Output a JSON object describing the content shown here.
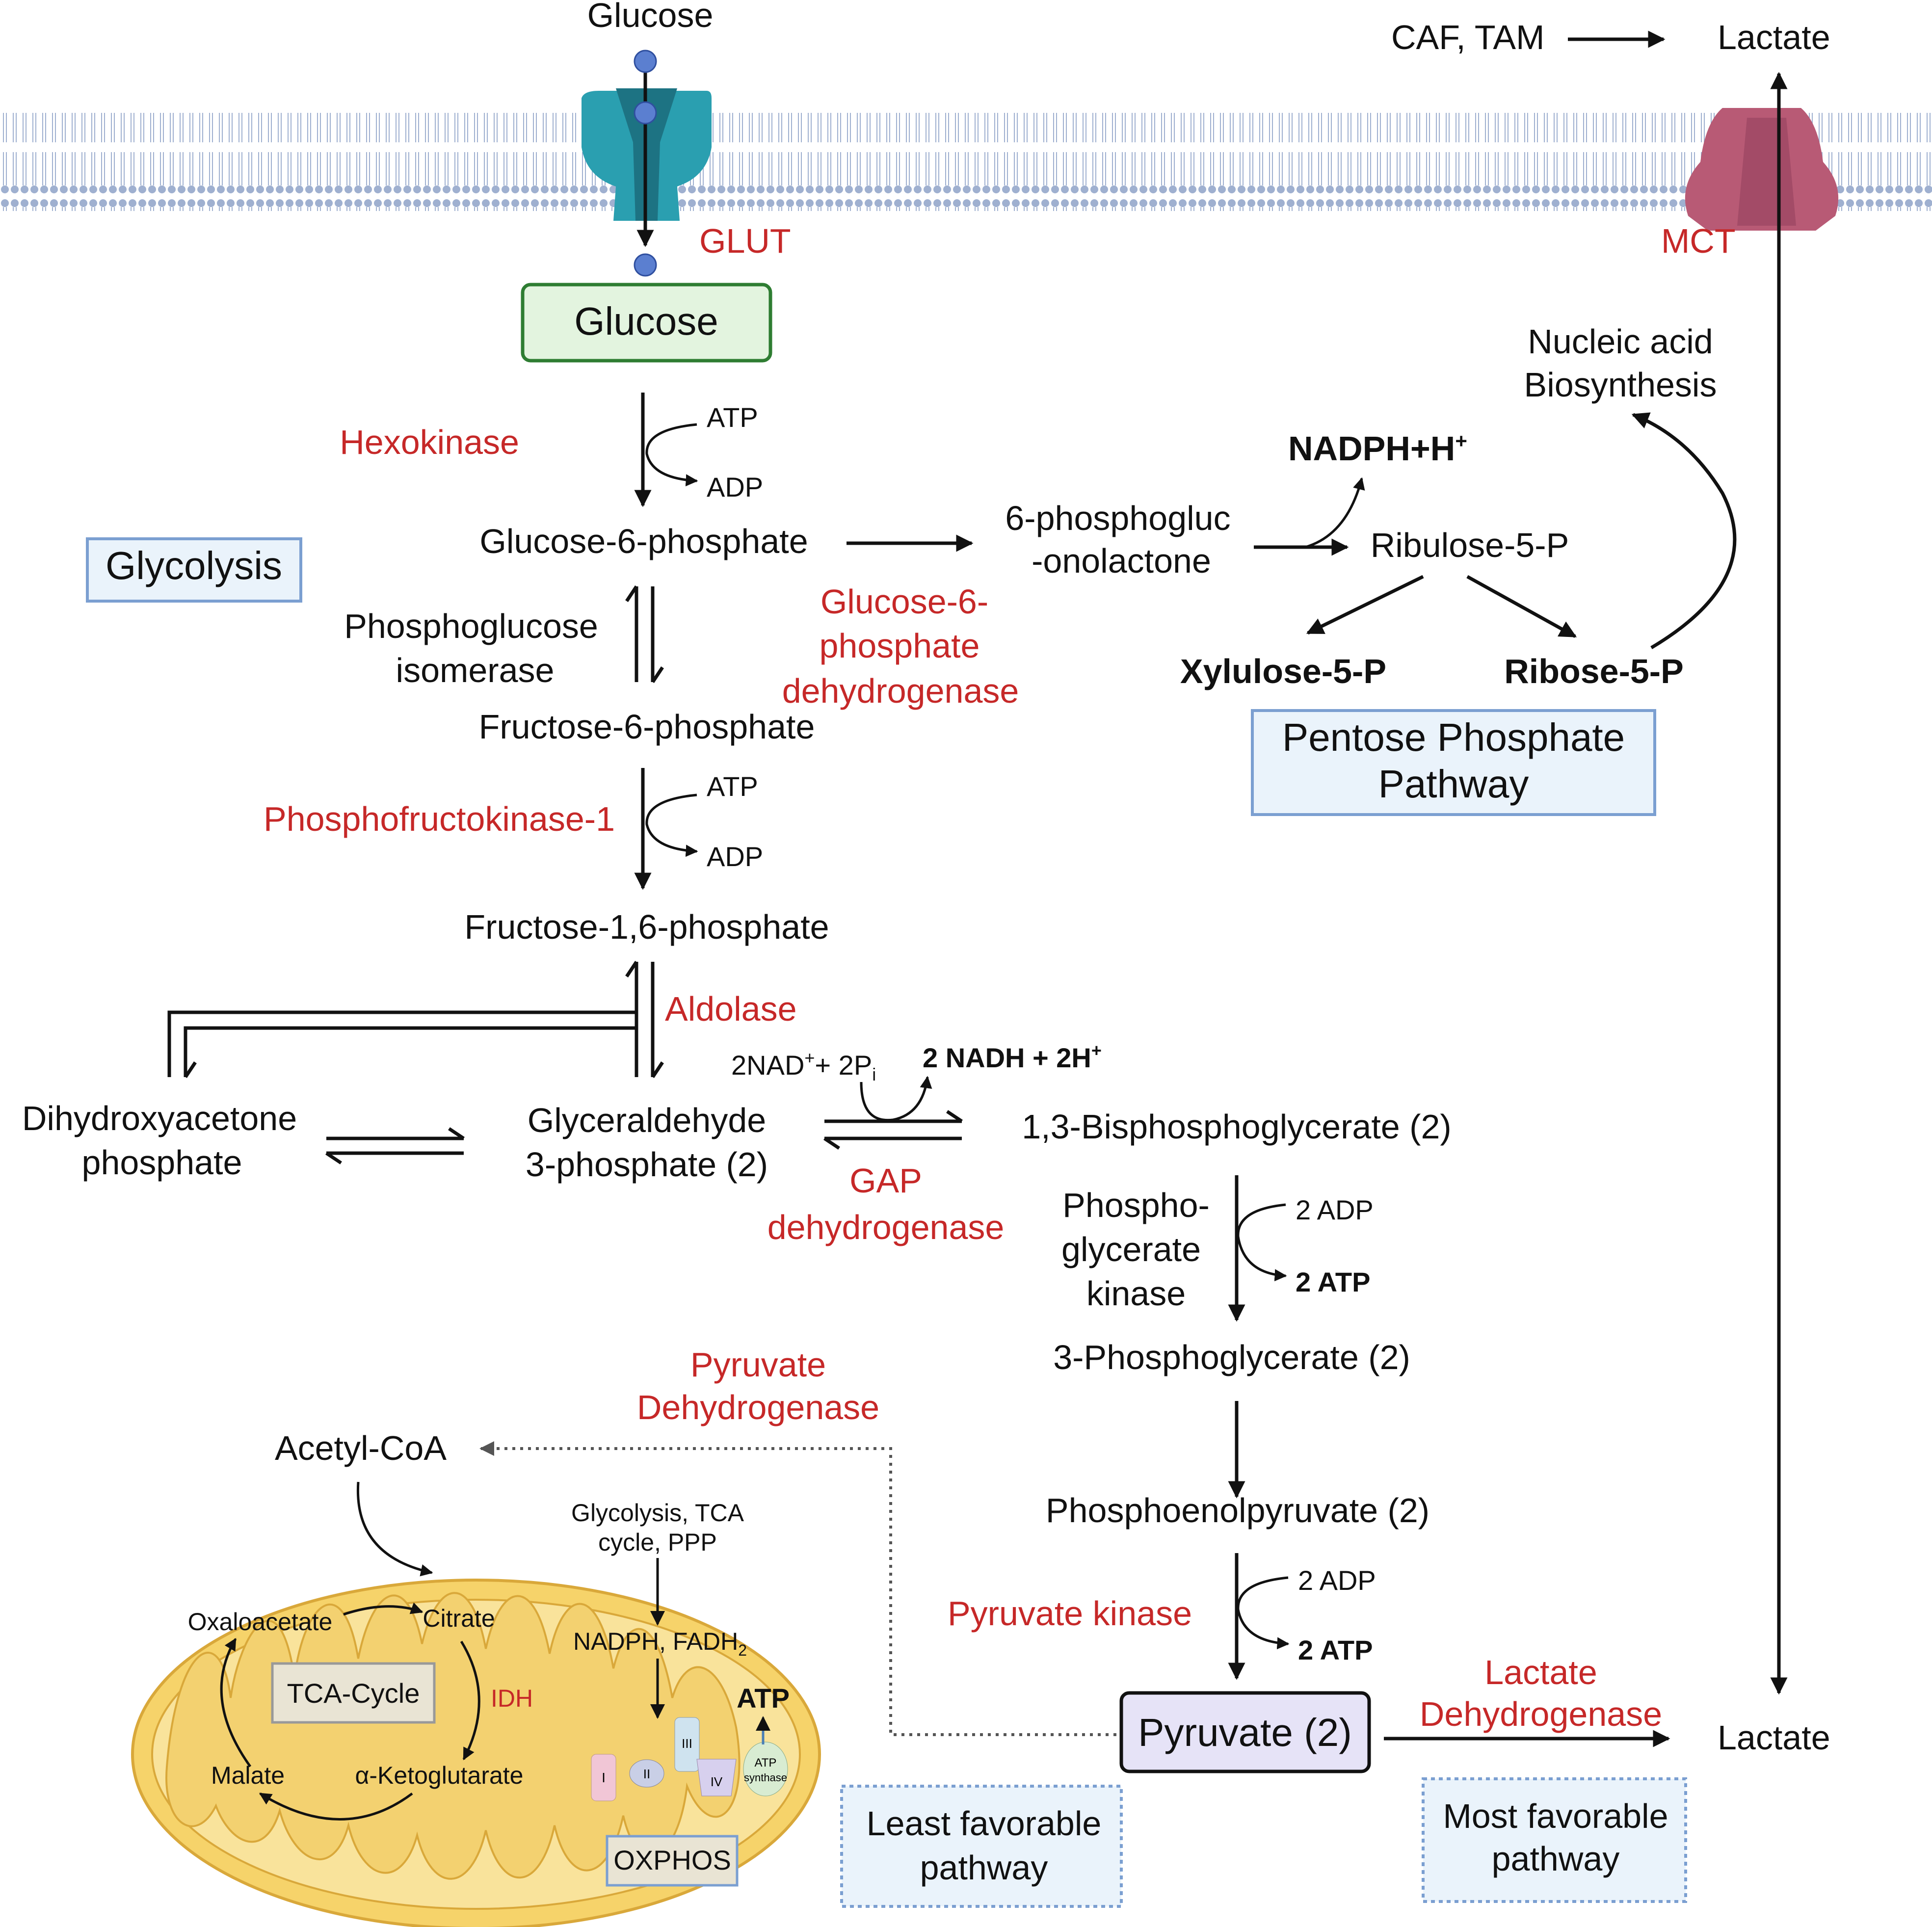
{
  "membrane": {
    "glucose_outside": "Glucose",
    "glut_label": "GLUT",
    "mct_label": "MCT",
    "caf_tam": "CAF, TAM",
    "lactate_out": "Lactate"
  },
  "glycolysis": {
    "section_label": "Glycolysis",
    "glucose_box": "Glucose",
    "hexokinase": "Hexokinase",
    "atp_1": "ATP",
    "adp_1": "ADP",
    "g6p": "Glucose-6-phosphate",
    "pgi_line1": "Phosphoglucose",
    "pgi_line2": "isomerase",
    "f6p": "Fructose-6-phosphate",
    "pfk1": "Phosphofructokinase-1",
    "atp_2": "ATP",
    "adp_2": "ADP",
    "f16p": "Fructose-1,6-phosphate",
    "aldolase": "Aldolase",
    "dhap_line1": "Dihydroxyacetone",
    "dhap_line2": "phosphate",
    "gap_line1": "Glyceraldehyde",
    "gap_line2": "3-phosphate (2)",
    "nad_label": "2NAD",
    "pi_label": "+ 2P",
    "nadh_label": "2 NADH + 2H",
    "bpg": "1,3-Bisphosphoglycerate (2)",
    "gapdh_line1": "GAP",
    "gapdh_line2": "dehydrogenase",
    "pgk_line1": "Phospho-",
    "pgk_line2": "glycerate",
    "pgk_line3": "kinase",
    "adp_3": "2 ADP",
    "atp_3": "2 ATP",
    "pg3": "3-Phosphoglycerate (2)",
    "pep": "Phosphoenolpyruvate (2)",
    "pk": "Pyruvate kinase",
    "adp_4": "2 ADP",
    "atp_4": "2 ATP",
    "pyruvate_box": "Pyruvate (2)",
    "ldh_line1": "Lactate",
    "ldh_line2": "Dehydrogenase",
    "lactate_in": "Lactate",
    "most_fav_line1": "Most favorable",
    "most_fav_line2": "pathway",
    "least_fav_line1": "Least favorable",
    "least_fav_line2": "pathway"
  },
  "ppp": {
    "g6pd_line1": "Glucose-6-",
    "g6pd_line2": "phosphate",
    "g6pd_line3": "dehydrogenase",
    "pgl_line1": "6-phosphogluc",
    "pgl_line2": "-onolactone",
    "nadph": "NADPH+H",
    "ru5p": "Ribulose-5-P",
    "xu5p": "Xylulose-5-P",
    "r5p": "Ribose-5-P",
    "nucleic_line1": "Nucleic acid",
    "nucleic_line2": "Biosynthesis",
    "box_line1": "Pentose Phosphate",
    "box_line2": "Pathway"
  },
  "mito": {
    "pdh_line1": "Pyruvate",
    "pdh_line2": "Dehydrogenase",
    "acetyl_coa": "Acetyl-CoA",
    "oxaloacetate": "Oxaloacetate",
    "citrate": "Citrate",
    "tca_label": "TCA-Cycle",
    "idh": "IDH",
    "malate": "Malate",
    "akg": "α-Ketoglutarate",
    "sources_line1": "Glycolysis, TCA",
    "sources_line2": "cycle, PPP",
    "nadph_fadh": "NADPH, FADH",
    "atp_label": "ATP",
    "atp_synthase_line1": "ATP",
    "atp_synthase_line2": "synthase",
    "complex_1": "I",
    "complex_2": "II",
    "complex_3": "III",
    "complex_4": "IV",
    "oxphos_label": "OXPHOS"
  },
  "colors": {
    "enzyme_red": "#c62828",
    "glut_teal": "#2a9fb0",
    "mct_pink": "#b85a75",
    "glucose_box_fill": "#e3f4df",
    "glucose_box_stroke": "#2e7d32",
    "pyruvate_box_fill": "#e6e3f7",
    "section_box_fill": "#eaf3fb",
    "section_box_stroke": "#7b9fd1",
    "mito_fill": "#f6d36a",
    "membrane_blue": "#9fb0d0"
  }
}
